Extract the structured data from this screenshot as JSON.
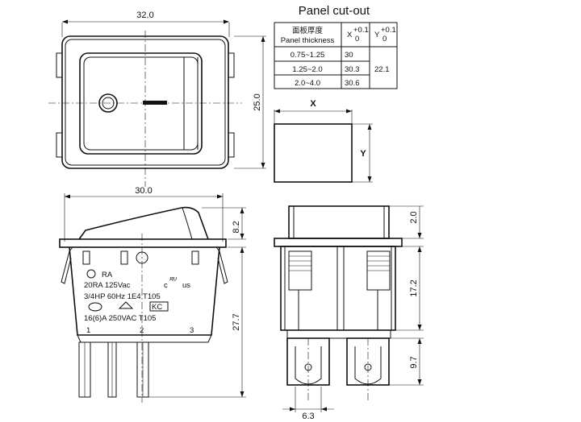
{
  "dimensions": {
    "top_width": "32.0",
    "top_height": "25.0",
    "side_width": "30.0",
    "rocker_height": "8.2",
    "body_height": "27.7",
    "flange_thickness": "2.0",
    "body_right_height": "17.2",
    "terminal_length": "9.7",
    "terminal_width": "6.3"
  },
  "panel": {
    "title": "Panel cut-out",
    "col1_header_cn": "面板厚度",
    "col1_header_en": "Panel thickness",
    "col2_header": "X",
    "col3_header": "Y",
    "tolerance_upper": "+0.1",
    "tolerance_lower": "0",
    "rows": [
      {
        "thickness": "0.75~1.25",
        "x": "30"
      },
      {
        "thickness": "1.25~2.0",
        "x": "30.3"
      },
      {
        "thickness": "2.0~4.0",
        "x": "30.6"
      }
    ],
    "y_value": "22.1",
    "cutout_x_label": "X",
    "cutout_y_label": "Y"
  },
  "markings": {
    "brand": "RA",
    "line1": "20RA 125Vac",
    "line2": "3/4HP 60Hz 1E4 T105",
    "line3": "16(6)A 250VAC T105",
    "cert_ul_left": "c",
    "cert_ul_right": "us",
    "cert_kc": "KC",
    "terminal_1": "1",
    "terminal_2": "2",
    "terminal_3": "3"
  }
}
